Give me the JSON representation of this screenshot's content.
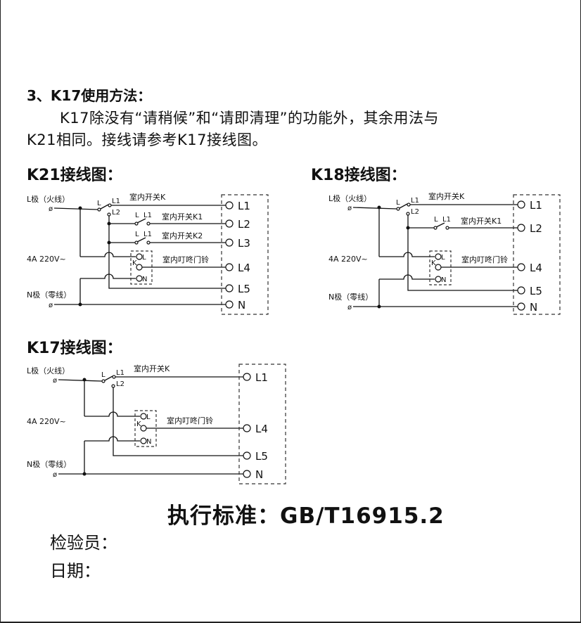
{
  "section": {
    "heading": "3、K17使用方法：",
    "line1": "K17除没有“请稍候”和“请即清理”的功能外，其余用法与",
    "line2": "K21相同。接线请参考K17接线图。"
  },
  "diagrams": {
    "k21": {
      "title": "K21接线图：",
      "live": "L极（火线）",
      "supply": "4A 220V~",
      "neutral": "N极（零线）",
      "sw_L": "L",
      "sw_L1": "L1",
      "sw_L2": "L2",
      "switch_k": "室内开关K",
      "branches": [
        {
          "label": "室内开关K1",
          "L": "L",
          "L1": "L1",
          "terminal": "L2"
        },
        {
          "label": "室内开关K2",
          "L": "L",
          "L1": "L1",
          "terminal": "L3"
        }
      ],
      "bell": "室内叮咚门铃",
      "bell_L": "L",
      "bell_K": "K",
      "bell_N": "N",
      "terminals": {
        "t1": "L1",
        "t4": "L4",
        "t5": "L5",
        "tn": "N"
      }
    },
    "k18": {
      "title": "K18接线图：",
      "live": "L极（火线）",
      "supply": "4A 220V~",
      "neutral": "N极（零线）",
      "sw_L": "L",
      "sw_L1": "L1",
      "sw_L2": "L2",
      "switch_k": "室内开关K",
      "branches": [
        {
          "label": "室内开关K1",
          "L": "L",
          "L1": "L1",
          "terminal": "L2"
        }
      ],
      "bell": "室内叮咚门铃",
      "bell_L": "L",
      "bell_K": "K",
      "bell_N": "N",
      "terminals": {
        "t1": "L1",
        "t4": "L4",
        "t5": "L5",
        "tn": "N"
      }
    },
    "k17": {
      "title": "K17接线图：",
      "live": "L极（火线）",
      "supply": "4A 220V~",
      "neutral": "N极（零线）",
      "sw_L": "L",
      "sw_L1": "L1",
      "sw_L2": "L2",
      "switch_k": "室内开关K",
      "branches": [],
      "bell": "室内叮咚门铃",
      "bell_L": "L",
      "bell_K": "K",
      "bell_N": "N",
      "terminals": {
        "t1": "L1",
        "t4": "L4",
        "t5": "L5",
        "tn": "N"
      }
    }
  },
  "standard": "执行标准：GB/T16915.2",
  "inspector_label": "检验员：",
  "date_label": "日期："
}
